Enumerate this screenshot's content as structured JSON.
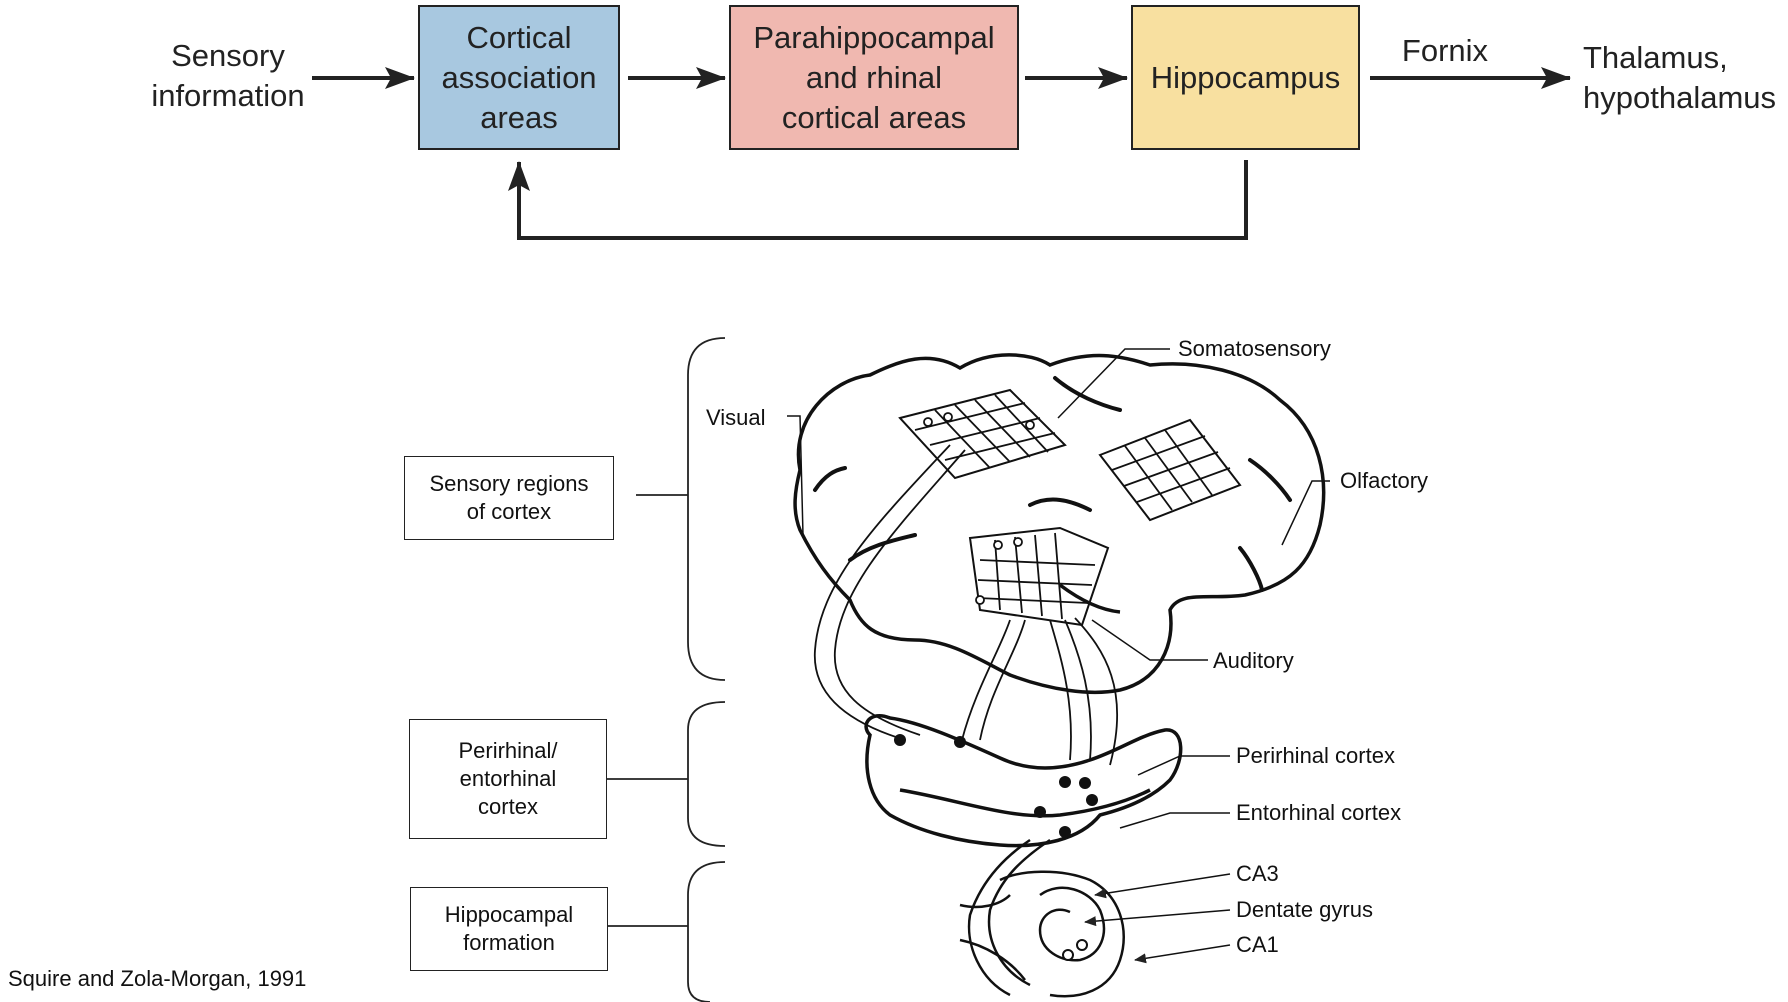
{
  "flow": {
    "input": "Sensory\ninformation",
    "boxes": [
      {
        "id": "cortical",
        "label": "Cortical\nassociation\nareas",
        "color": "#a8c8e0"
      },
      {
        "id": "parahippo",
        "label": "Parahippocampal\nand rhinal\ncortical areas",
        "color": "#f0b8b0"
      },
      {
        "id": "hippo",
        "label": "Hippocampus",
        "color": "#f8e0a0"
      }
    ],
    "arrow_label": "Fornix",
    "output": "Thalamus,\nhypothalamus"
  },
  "diagram": {
    "side_labels": {
      "sensory": "Sensory regions\nof cortex",
      "perirhinal": "Perirhinal/\nentorhinal\ncortex",
      "hippocampal": "Hippocampal\nformation"
    },
    "annotations": {
      "visual": "Visual",
      "somatosensory": "Somatosensory",
      "olfactory": "Olfactory",
      "auditory": "Auditory",
      "perirhinal_cortex": "Perirhinal cortex",
      "entorhinal_cortex": "Entorhinal cortex",
      "ca3": "CA3",
      "dentate_gyrus": "Dentate gyrus",
      "ca1": "CA1"
    }
  },
  "citation": "Squire and Zola-Morgan, 1991"
}
